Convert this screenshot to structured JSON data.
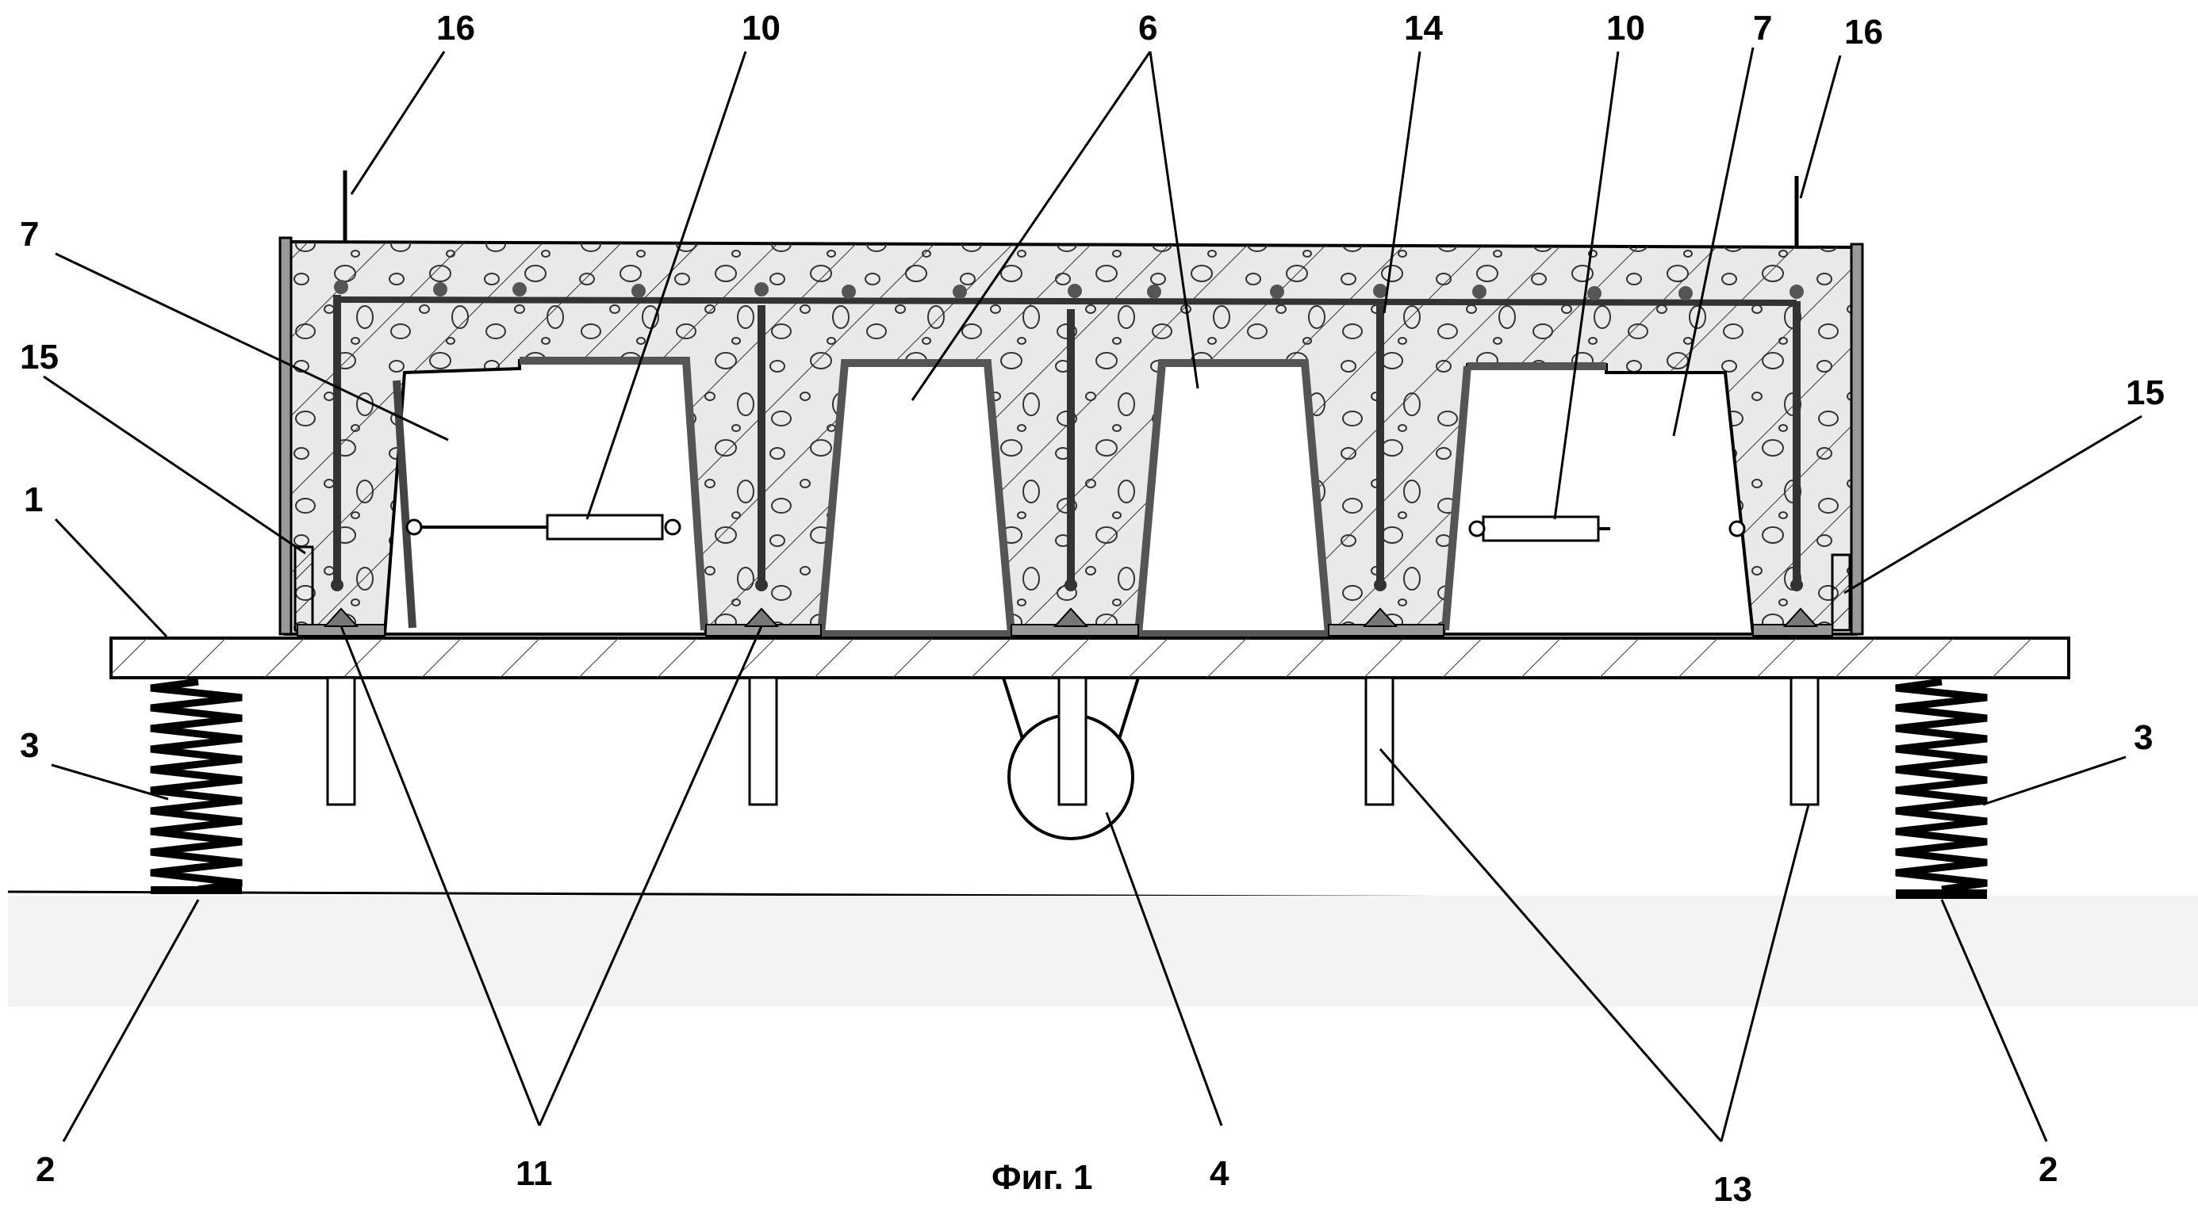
{
  "caption": "Фиг. 1",
  "labels": {
    "l16_left": "16",
    "l10_left": "10",
    "l6": "6",
    "l14": "14",
    "l10_right": "10",
    "l7_right": "7",
    "l16_right": "16",
    "l7_left": "7",
    "l15_left": "15",
    "l15_right": "15",
    "l1": "1",
    "l3_left": "3",
    "l3_right": "3",
    "l2_left": "2",
    "l2_right": "2",
    "l11": "11",
    "l4": "4",
    "l13": "13"
  }
}
